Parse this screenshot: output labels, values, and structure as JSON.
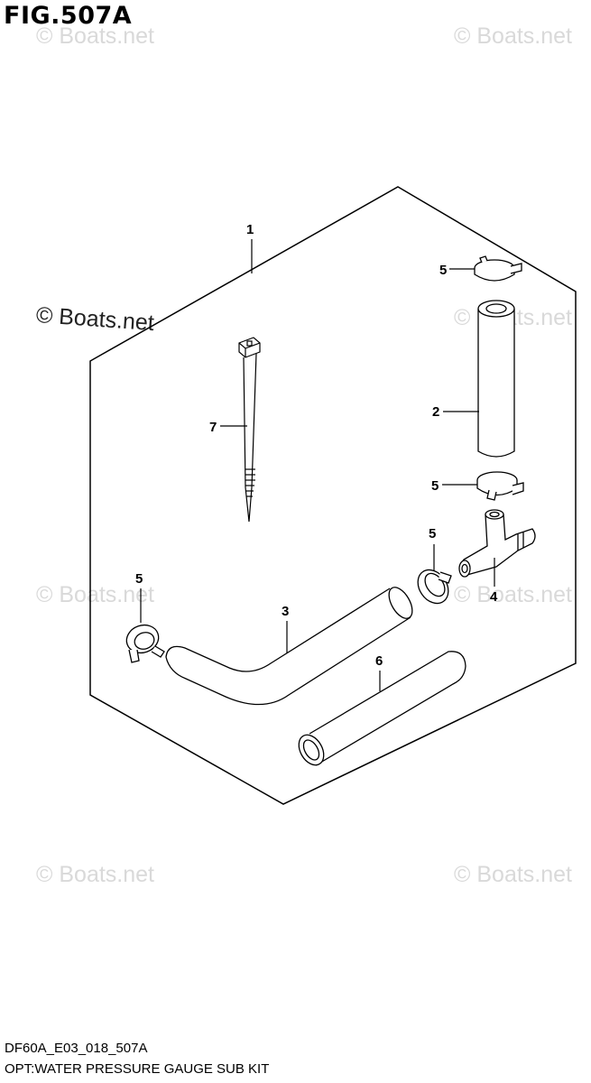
{
  "figure": {
    "title": "FIG.507A",
    "code": "DF60A_E03_018_507A",
    "caption": "OPT:WATER PRESSURE GAUGE SUB KIT"
  },
  "watermark": {
    "text": "© Boats.net"
  },
  "callouts": {
    "kit": "1",
    "hose_straight": "2",
    "hose_bent": "3",
    "tee_joint": "4",
    "clamp": "5",
    "hose_short": "6",
    "cable_tie": "7"
  },
  "colors": {
    "line": "#000000",
    "watermark": "#d9d9d9"
  }
}
